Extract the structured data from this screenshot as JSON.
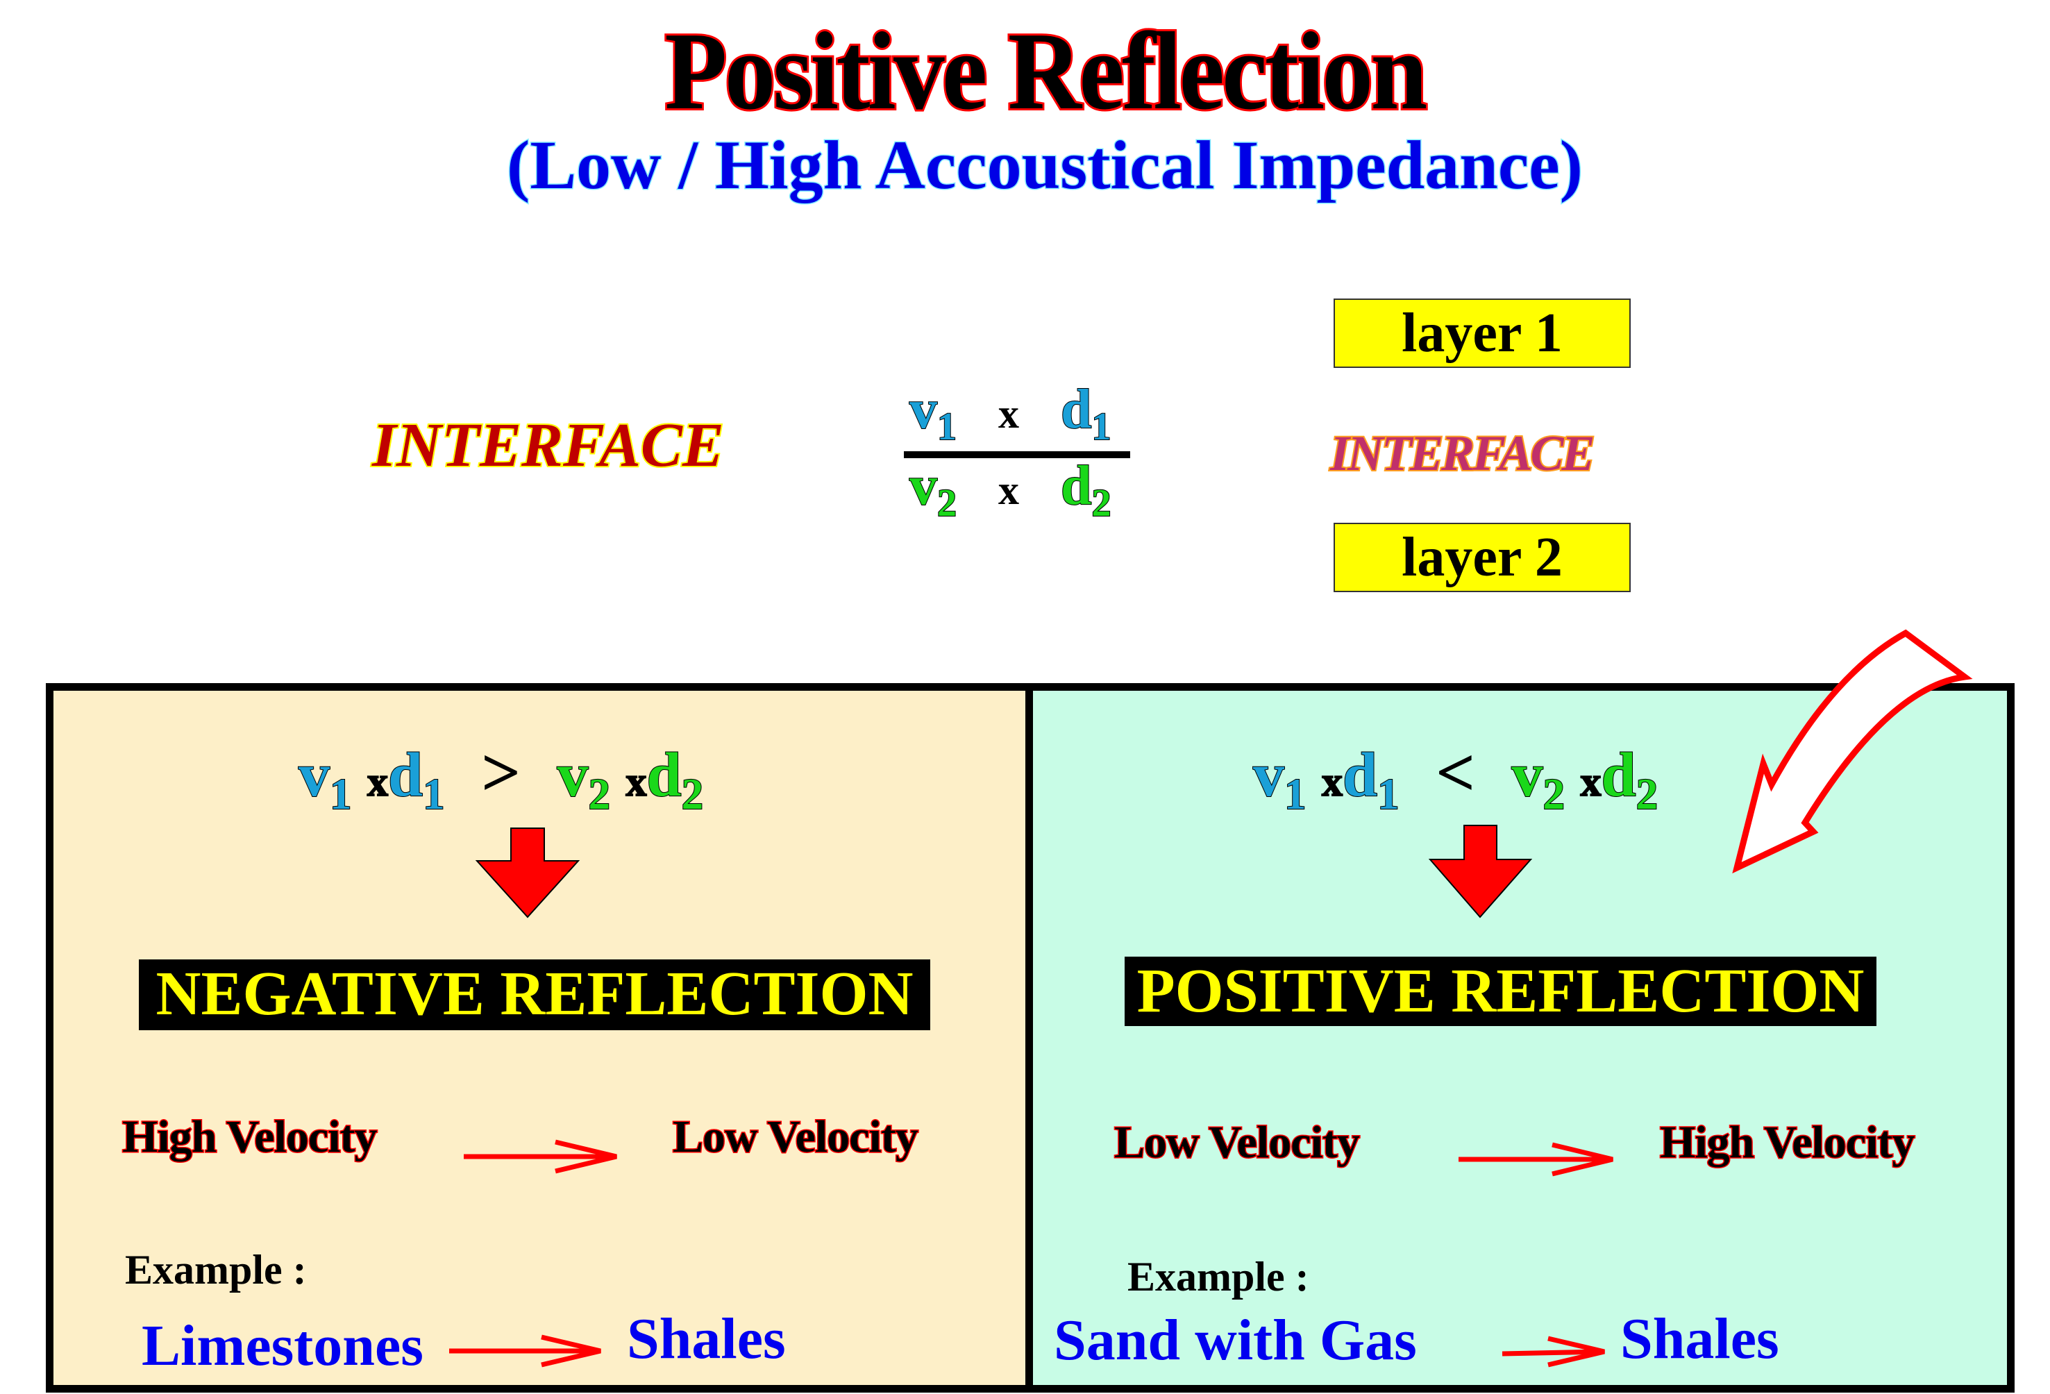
{
  "title": "Positive Reflection",
  "subtitle": "(Low / High Accoustical Impedance)",
  "interface_left": "INTERFACE",
  "interface_right": "INTERFACE",
  "layer1": "layer 1",
  "layer2": "layer 2",
  "formula": {
    "v1": "v",
    "d1": "d",
    "v2": "v",
    "d2": "d",
    "sub1": "1",
    "sub2": "2",
    "times": "x"
  },
  "left_panel": {
    "comparison": ">",
    "result": "NEGATIVE  REFLECTION",
    "from_velocity": "High Velocity",
    "to_velocity": "Low Velocity",
    "example_label": "Example :",
    "example_from": "Limestones",
    "example_to": "Shales",
    "background": "#fdefc8"
  },
  "right_panel": {
    "comparison": "<",
    "result": "POSITIVE  REFLECTION",
    "from_velocity": "Low Velocity",
    "to_velocity": "High Velocity",
    "example_label": "Example :",
    "example_from": "Sand with Gas",
    "example_to": "Shales",
    "background": "#c8fce6"
  }
}
